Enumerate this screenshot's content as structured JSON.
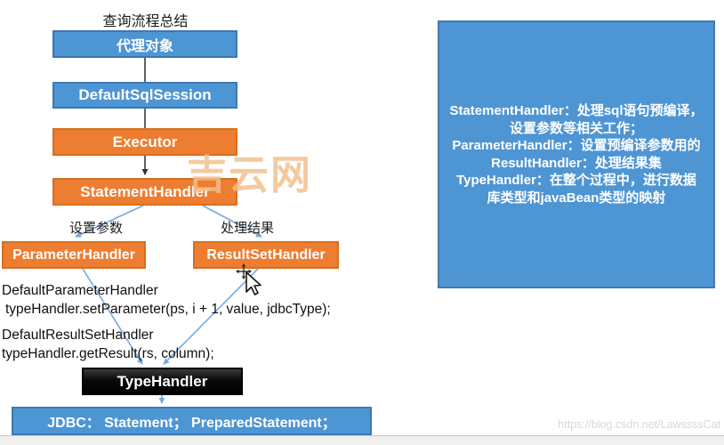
{
  "title": "查询流程总结",
  "flow": {
    "nodes": {
      "proxy": "代理对象",
      "sql_session": "DefaultSqlSession",
      "executor": "Executor",
      "statement_handler": "StatementHandler",
      "parameter_handler": "ParameterHandler",
      "result_set_handler": "ResultSetHandler",
      "type_handler": "TypeHandler",
      "jdbc": "JDBC： Statement； PreparedStatement；"
    },
    "edge_labels": {
      "set_params": "设置参数",
      "handle_results": "处理结果"
    },
    "notes": [
      {
        "heading": "DefaultParameterHandler",
        "code": "typeHandler.setParameter(ps, i + 1, value, jdbcType);"
      },
      {
        "heading": "DefaultResultSetHandler",
        "code": "typeHandler.getResult(rs, column);"
      }
    ]
  },
  "info_panel": {
    "lines": [
      "StatementHandler：处理sql语句预编译，",
      "设置参数等相关工作；",
      "ParameterHandler：设置预编译参数用的",
      "ResultHandler：处理结果集",
      "TypeHandler：在整个过程中，进行数据",
      "库类型和javaBean类型的映射"
    ]
  },
  "watermarks": {
    "center": "吉云网",
    "bottom_right": "https://blog.csdn.net/LawssssCat"
  },
  "colors": {
    "box_blue": "#4E95D4",
    "box_blue_border": "#3C77B5",
    "box_orange": "#ED7D31",
    "box_orange_border": "#D86F1D",
    "box_black": "#0a0a0a",
    "panel_blue": "#4E95D4",
    "connector_blue": "#76A9DF",
    "connector_dark": "#3b3b3b",
    "watermark_orange": "#F3BE8C"
  }
}
